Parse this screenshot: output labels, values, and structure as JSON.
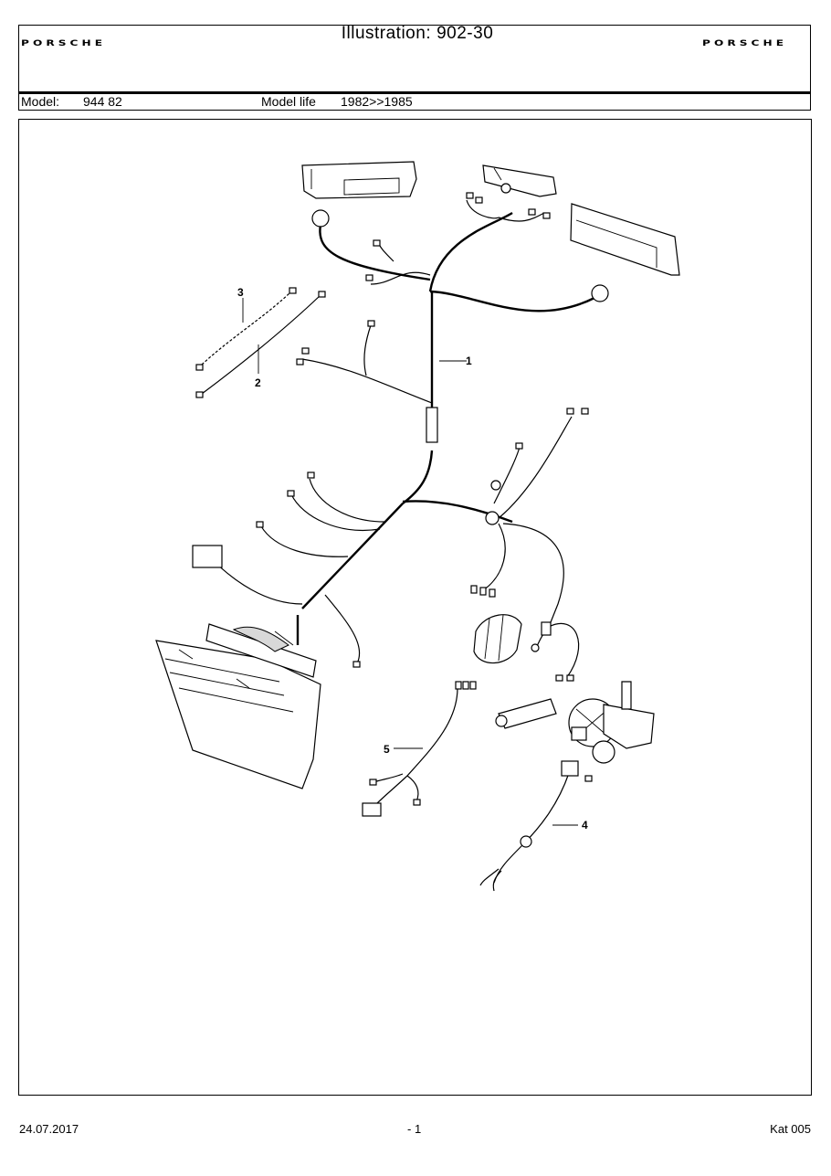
{
  "header": {
    "brand_left": "PORSCHE",
    "brand_right": "PORSCHE",
    "title_label": "Illustration:",
    "title_value": "902-30",
    "model_label": "Model:",
    "model_value": "944 82",
    "model_life_label": "Model life",
    "model_life_value": "1982>>1985"
  },
  "figure": {
    "callouts": [
      "1",
      "2",
      "3",
      "4",
      "5"
    ]
  },
  "footer": {
    "date": "24.07.2017",
    "page": "- 1",
    "catalog": "Kat 005"
  }
}
